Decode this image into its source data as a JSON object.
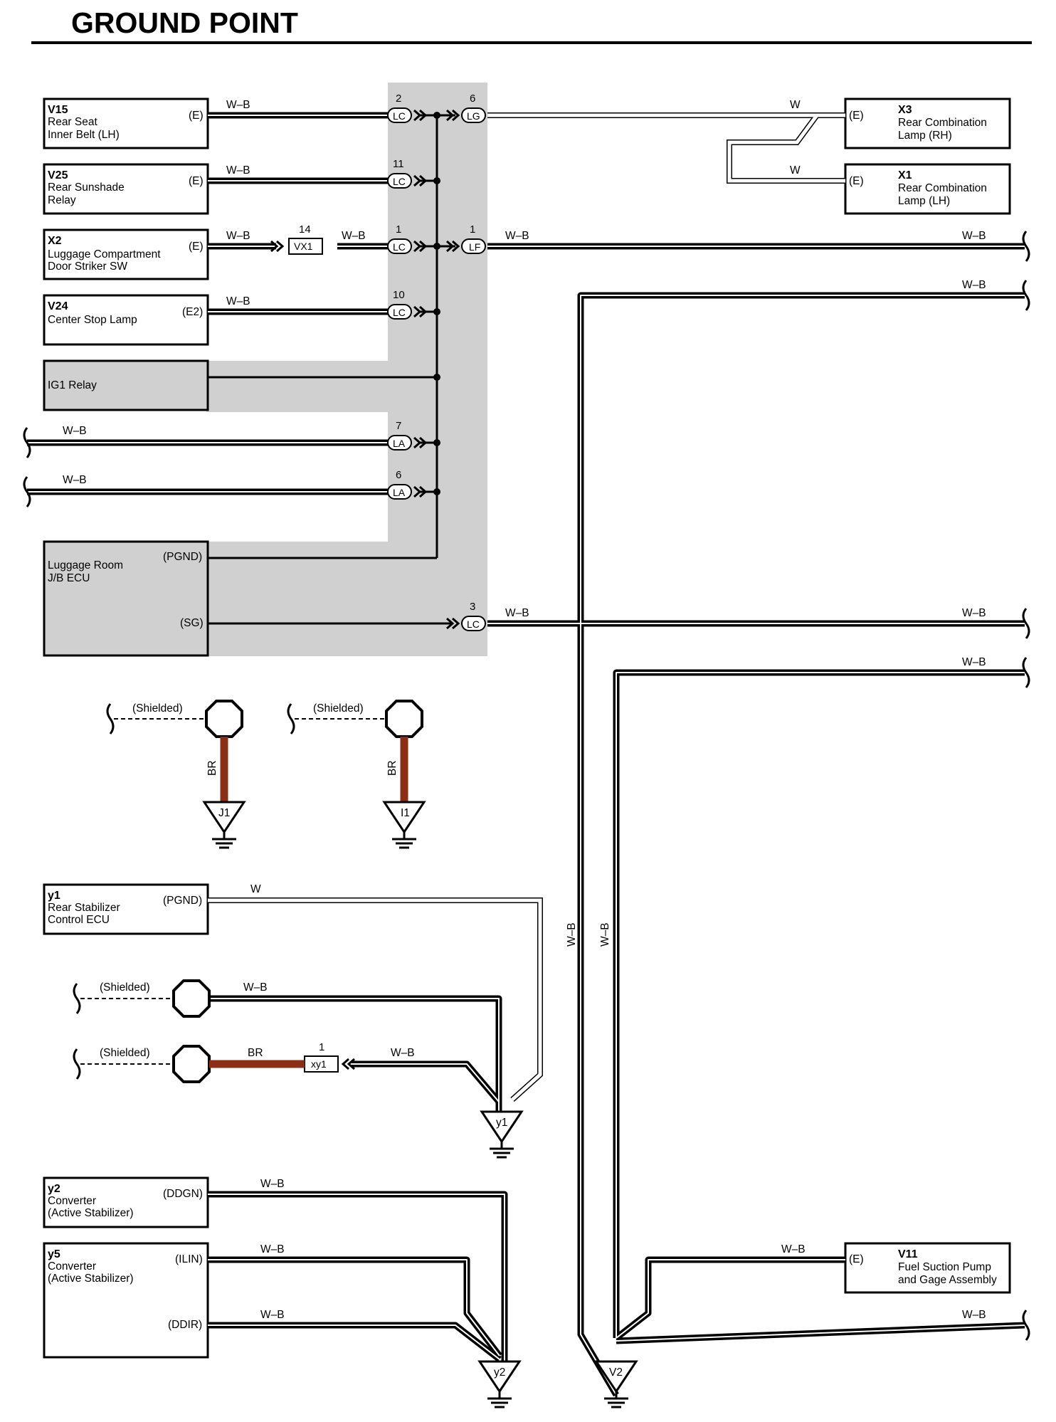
{
  "title": "GROUND POINT",
  "wire_colors": {
    "white_black": "#000000",
    "white": "#ffffff",
    "brown": "#8b2e14",
    "junction_gray": "#d0d0d0"
  },
  "components": {
    "v15": {
      "code": "V15",
      "name": [
        "Rear Seat",
        "Inner Belt (LH)"
      ],
      "term": "(E)"
    },
    "v25": {
      "code": "V25",
      "name": [
        "Rear Sunshade",
        "Relay"
      ],
      "term": "(E)"
    },
    "x2": {
      "code": "X2",
      "name": [
        "Luggage Compartment",
        "Door Striker SW"
      ],
      "term": "(E)"
    },
    "v24": {
      "code": "V24",
      "name": [
        "Center Stop Lamp"
      ],
      "term": "(E2)"
    },
    "ig1": {
      "name": "IG1 Relay"
    },
    "jb_ecu": {
      "name": [
        "Luggage Room",
        "J/B ECU"
      ],
      "term1": "(PGND)",
      "term2": "(SG)"
    },
    "x3": {
      "code": "X3",
      "name": [
        "Rear Combination",
        "Lamp (RH)"
      ],
      "term": "(E)"
    },
    "x1": {
      "code": "X1",
      "name": [
        "Rear Combination",
        "Lamp (LH)"
      ],
      "term": "(E)"
    },
    "y1": {
      "code": "y1",
      "name": [
        "Rear Stabilizer",
        "Control ECU"
      ],
      "term": "(PGND)"
    },
    "y2": {
      "code": "y2",
      "name": [
        "Converter",
        "(Active Stabilizer)"
      ],
      "term": "(DDGN)"
    },
    "y5": {
      "code": "y5",
      "name": [
        "Converter",
        "(Active Stabilizer)"
      ],
      "term1": "(ILIN)",
      "term2": "(DDIR)"
    },
    "v11": {
      "code": "V11",
      "name": [
        "Fuel Suction Pump",
        "and Gage Assembly"
      ],
      "term": "(E)"
    }
  },
  "connectors": {
    "lc2": {
      "pin": "2",
      "name": "LC"
    },
    "lg6": {
      "pin": "6",
      "name": "LG"
    },
    "lc11": {
      "pin": "11",
      "name": "LC"
    },
    "vx1": {
      "pin": "14",
      "name": "VX1"
    },
    "lc1": {
      "pin": "1",
      "name": "LC"
    },
    "lf1": {
      "pin": "1",
      "name": "LF"
    },
    "lc10": {
      "pin": "10",
      "name": "LC"
    },
    "la7": {
      "pin": "7",
      "name": "LA"
    },
    "la6": {
      "pin": "6",
      "name": "LA"
    },
    "lc3": {
      "pin": "3",
      "name": "LC"
    },
    "xy1": {
      "pin": "1",
      "name": "xy1"
    }
  },
  "wires": {
    "wb": "W–B",
    "w": "W",
    "br": "BR",
    "shielded": "(Shielded)"
  },
  "grounds": {
    "j1": "J1",
    "i1": "I1",
    "y1": "y1",
    "y2": "y2",
    "v2": "V2"
  }
}
